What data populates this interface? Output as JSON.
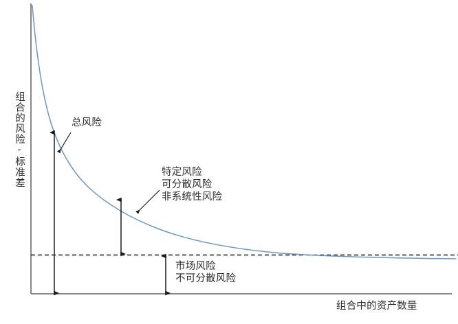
{
  "chart_data": {
    "type": "line",
    "title": "",
    "xlabel": "组合中的资产数量",
    "ylabel": "组合的风险-标准差",
    "grid": false,
    "legend": null,
    "axes": {
      "x_axis_visible": true,
      "y_axis_visible": true,
      "x_tick_labels": [],
      "y_tick_labels": [],
      "xlim": [
        0,
        100
      ],
      "ylim": [
        0,
        100
      ]
    },
    "series": [
      {
        "name": "组合的风险",
        "color": "#6d96b8",
        "style": "solid",
        "description": "随资产数量增加而递减并趋近市场风险水平的总风险曲线",
        "x": [
          0,
          1,
          2,
          3,
          4,
          5,
          7,
          9,
          12,
          15,
          20,
          25,
          30,
          40,
          50,
          60,
          70,
          80,
          90,
          100
        ],
        "y": [
          100,
          72,
          58,
          50,
          44.5,
          40.5,
          35.5,
          32.5,
          29.5,
          27.5,
          25.5,
          24.2,
          23.3,
          22.1,
          21.3,
          20.7,
          20.3,
          20.0,
          19.7,
          19.5
        ]
      },
      {
        "name": "市场风险水平",
        "color": "#000000",
        "style": "dashed",
        "description": "不可分散风险的水平渐近线",
        "x": [
          0,
          100
        ],
        "y": [
          18.6,
          18.6
        ]
      }
    ],
    "annotations": [
      {
        "name": "total-risk",
        "text": "总风险",
        "arrow": "double-headed vertical measure from curve down to x-axis",
        "leader": "from label down-left to curve"
      },
      {
        "name": "specific-risk",
        "text": "特定风险\n可分散风险\n非系统性风险",
        "arrow": "double-headed vertical measure from curve down to dashed asymptote",
        "leader": "from label down-left to curve"
      },
      {
        "name": "market-risk",
        "text": "市场风险\n不可分散风险",
        "arrow": "double-headed vertical measure from dashed asymptote down to x-axis",
        "leader": "none"
      }
    ]
  },
  "labels": {
    "y_axis": "组合的风险-标准差",
    "x_axis": "组合中的资产数量",
    "total_risk": "总风险",
    "specific_risk": "特定风险\n可分散风险\n非系统性风险",
    "market_risk": "市场风险\n不可分散风险"
  },
  "colors": {
    "curve": "#6d96b8",
    "axis": "#868686",
    "annotation_arrow": "#1a1a1a",
    "asymptote": "#1a1a1a",
    "text": "#2b2b2b",
    "background": "#ffffff"
  }
}
